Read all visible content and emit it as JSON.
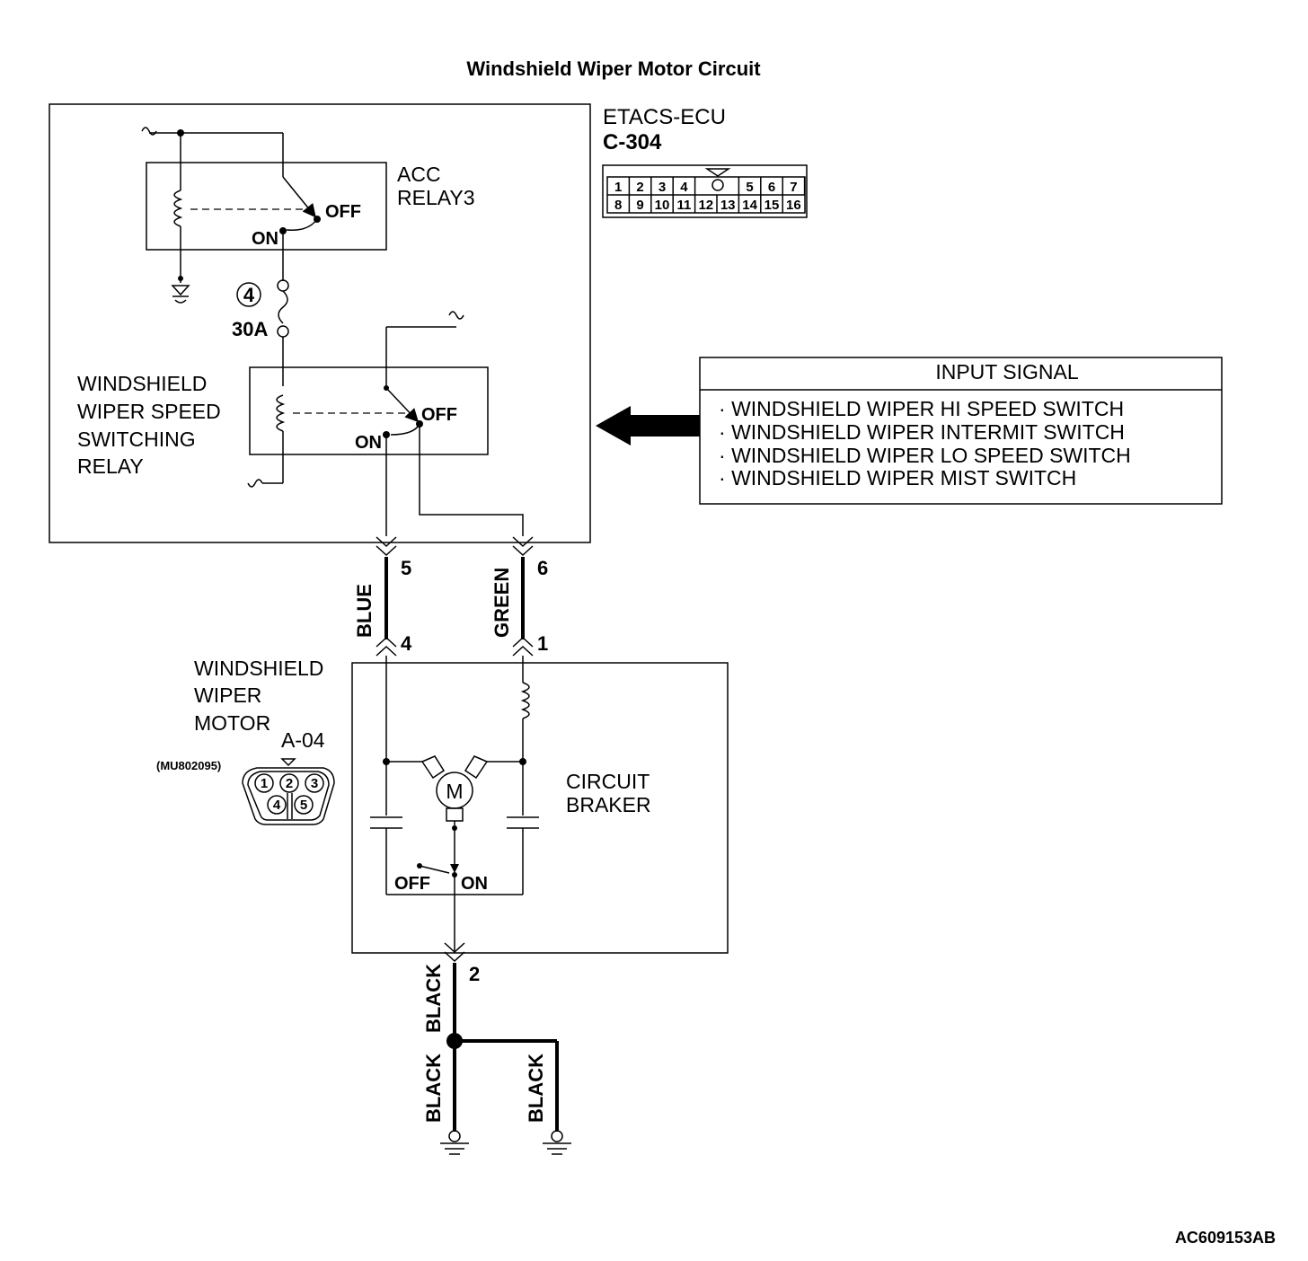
{
  "title": "Windshield Wiper Motor Circuit",
  "etacs": {
    "name": "ETACS-ECU",
    "connector": "C-304",
    "pins_row1": [
      "1",
      "2",
      "3",
      "4",
      "5",
      "6",
      "7"
    ],
    "pins_row2": [
      "8",
      "9",
      "10",
      "11",
      "12",
      "13",
      "14",
      "15",
      "16"
    ]
  },
  "acc_relay": {
    "label_line1": "ACC",
    "label_line2": "RELAY3",
    "off_label": "OFF",
    "on_label": "ON"
  },
  "fuse": {
    "number": "4",
    "rating": "30A"
  },
  "speed_relay": {
    "label_lines": [
      "WINDSHIELD",
      "WIPER SPEED",
      "SWITCHING",
      "RELAY"
    ],
    "off_label": "OFF",
    "on_label": "ON"
  },
  "input_signal": {
    "header": "INPUT SIGNAL",
    "items": [
      "WINDSHIELD WIPER HI SPEED SWITCH",
      "WINDSHIELD WIPER INTERMIT SWITCH",
      "WINDSHIELD WIPER LO SPEED SWITCH",
      "WINDSHIELD WIPER MIST SWITCH"
    ]
  },
  "wires": {
    "blue": {
      "color_label": "BLUE",
      "ecu_pin": "5",
      "motor_pin": "4"
    },
    "green": {
      "color_label": "GREEN",
      "ecu_pin": "6",
      "motor_pin": "1"
    },
    "ground_pin": "2",
    "black_label": "BLACK"
  },
  "motor": {
    "label_lines": [
      "WINDSHIELD",
      "WIPER",
      "MOTOR"
    ],
    "connector": "A-04",
    "part_number": "(MU802095)",
    "connector_pins": [
      "1",
      "2",
      "3",
      "4",
      "5"
    ],
    "motor_symbol": "M",
    "circuit_label_lines": [
      "CIRCUIT",
      "BRAKER"
    ],
    "off_label": "OFF",
    "on_label": "ON"
  },
  "reference_code": "AC609153AB"
}
